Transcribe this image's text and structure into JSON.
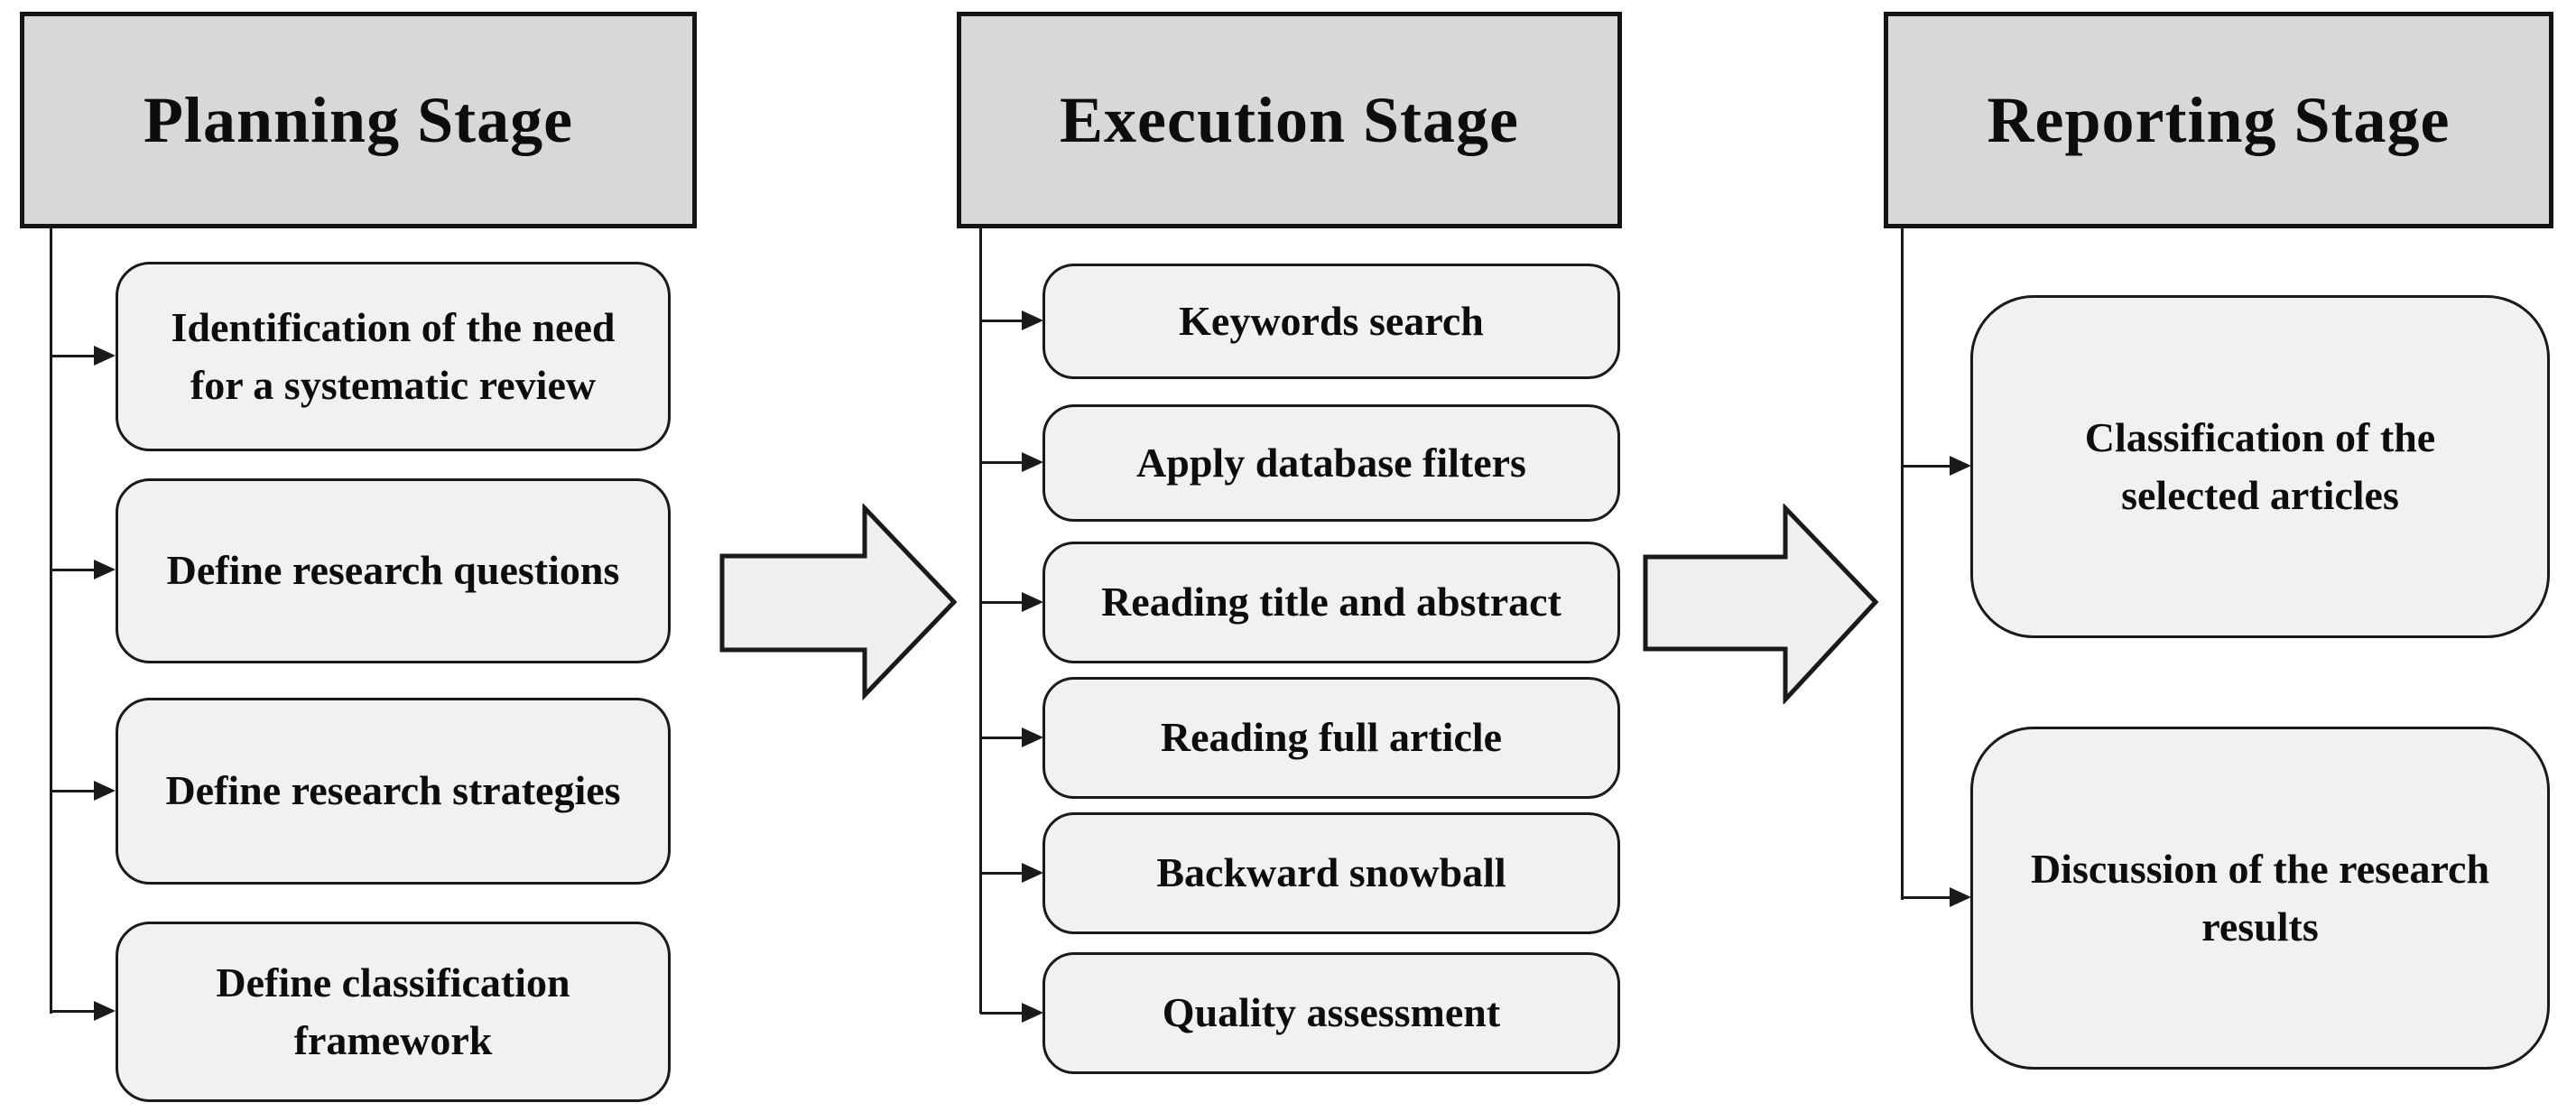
{
  "diagram": {
    "title_note": "Systematic review process flow",
    "colors": {
      "header_fill": "#d8d8d8",
      "step_fill": "#f1f1f1",
      "arrow_fill": "#efefef",
      "line": "#1a1a1a",
      "text": "#0d0d0d",
      "background": "#ffffff"
    },
    "stages": [
      {
        "title": "Planning Stage",
        "steps": [
          "Identification of the need\nfor a systematic review",
          "Define research questions",
          "Define research strategies",
          "Define classification\nframework"
        ]
      },
      {
        "title": "Execution Stage",
        "steps": [
          "Keywords search",
          "Apply database filters",
          "Reading title and abstract",
          "Reading full article",
          "Backward snowball",
          "Quality assessment"
        ]
      },
      {
        "title": "Reporting Stage",
        "steps": [
          "Classification of the\nselected articles",
          "Discussion of the research\nresults"
        ]
      }
    ]
  }
}
